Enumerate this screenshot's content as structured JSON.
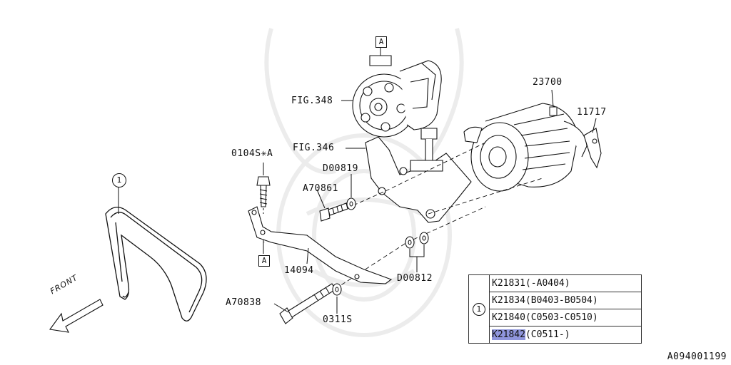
{
  "callouts": {
    "box_a_top": "A",
    "box_a_bottom": "A",
    "circle_1_belt": "1",
    "fig348": "FIG.348",
    "fig346": "FIG.346",
    "p23700": "23700",
    "p11717": "11717",
    "p0104": "0104S✳A",
    "d00819": "D00819",
    "a70861": "A70861",
    "p14094": "14094",
    "d00812": "D00812",
    "a70838": "A70838",
    "p0311": "0311S"
  },
  "front_label": "FRONT",
  "parts_table": {
    "key": "1",
    "rows": [
      {
        "part": "K21831",
        "range": "(-A0404)",
        "highlighted": false
      },
      {
        "part": "K21834",
        "range": "(B0403-B0504)",
        "highlighted": false
      },
      {
        "part": "K21840",
        "range": "(C0503-C0510)",
        "highlighted": false
      },
      {
        "part": "K21842",
        "range": "(C0511-)",
        "highlighted": true
      }
    ],
    "highlight_color": "#8f95dc"
  },
  "image_id": "A094001199"
}
